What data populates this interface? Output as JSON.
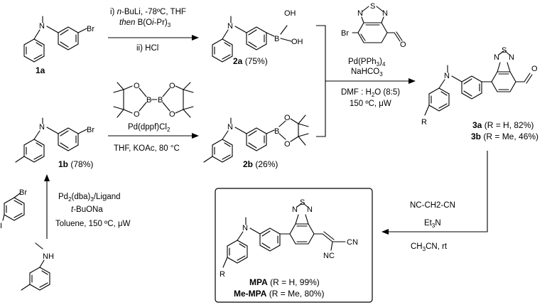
{
  "compounds": {
    "c1a": {
      "id": "1a",
      "yield": ""
    },
    "c2a": {
      "id": "2a",
      "yield": " (75%)"
    },
    "c1b": {
      "id": "1b",
      "yield": " (78%)"
    },
    "c2b": {
      "id": "2b",
      "yield": " (26%)"
    },
    "c3a": {
      "id": "3a",
      "yield": " (R = H, 82%)"
    },
    "c3b": {
      "id": "3b",
      "yield": " (R = Me, 46%)"
    },
    "mpa": {
      "id": "MPA",
      "yield": " (R = H, 99%)"
    },
    "me_mpa": {
      "id": "Me-MPA",
      "yield": " (R = Me, 80%)"
    }
  },
  "conditions": {
    "step1": {
      "line1_prefix": "i) ",
      "line1_italic": "n",
      "line1_rest": "-BuLi, -78ºC, THF",
      "line2_italic": "then",
      "line2_rest": " B(O",
      "line2_italic2": "i",
      "line2_rest2": "-Pr)",
      "line2_sub": "3",
      "line3": "ii) HCl"
    },
    "step2": {
      "catalyst": "Pd(dppf)Cl",
      "catalyst_sub": "2",
      "solvent": "THF, KOAc, 80 °C"
    },
    "step3": {
      "line1": "Pd",
      "line1_sub": "2",
      "line1_mid": "(dba)",
      "line1_sub2": "3",
      "line1_end": "/Ligand",
      "line2_italic": "t",
      "line2_rest": "-BuONa",
      "line3": "Toluene, 150 ºC, μW"
    },
    "suzuki": {
      "cat": "Pd(PPh",
      "cat_sub": "3",
      "cat_end": ")",
      "cat_sub2": "4",
      "base": "NaHCO",
      "base_sub": "3",
      "solvent_pre": "DMF : H",
      "solvent_sub": "2",
      "solvent_post": "O (8:5)",
      "temp": "150 ºC, μW"
    },
    "knoevenagel": {
      "reagent": "NC-CH2-CN",
      "base": "Et",
      "base_sub": "3",
      "base_end": "N",
      "solvent": "CH",
      "solvent_sub": "3",
      "solvent_end": "CN, rt"
    }
  },
  "atoms": {
    "N": "N",
    "S": "S",
    "O": "O",
    "B": "B",
    "Br": "Br",
    "I": "I",
    "OH": "OH",
    "NH": "NH",
    "R": "R",
    "CN": "CN",
    "NC": "NC"
  }
}
